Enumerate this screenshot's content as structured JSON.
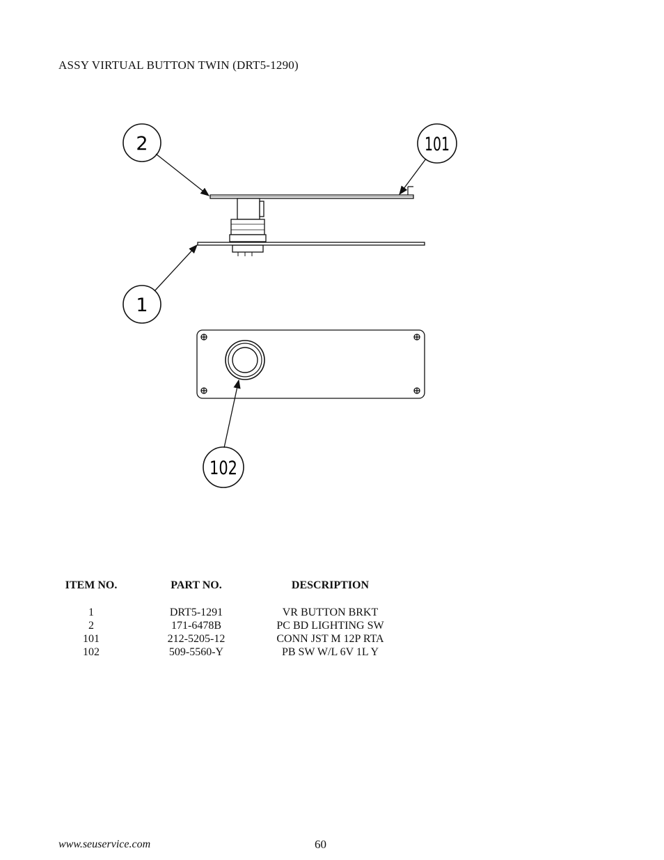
{
  "page": {
    "title": "ASSY VIRTUAL BUTTON TWIN (DRT5-1290)",
    "footer_url": "www.seuservice.com",
    "page_number": "60"
  },
  "diagram": {
    "callouts": [
      "2",
      "101",
      "1",
      "102"
    ]
  },
  "table": {
    "headers": {
      "item": "ITEM NO.",
      "part": "PART NO.",
      "description": "DESCRIPTION"
    },
    "rows": [
      {
        "item": "1",
        "part": "DRT5-1291",
        "description": "VR BUTTON BRKT"
      },
      {
        "item": "2",
        "part": "171-6478B",
        "description": "PC BD LIGHTING SW"
      },
      {
        "item": "101",
        "part": "212-5205-12",
        "description": "CONN JST M 12P RTA"
      },
      {
        "item": "102",
        "part": "509-5560-Y",
        "description": "PB SW W/L 6V 1L Y"
      }
    ]
  }
}
